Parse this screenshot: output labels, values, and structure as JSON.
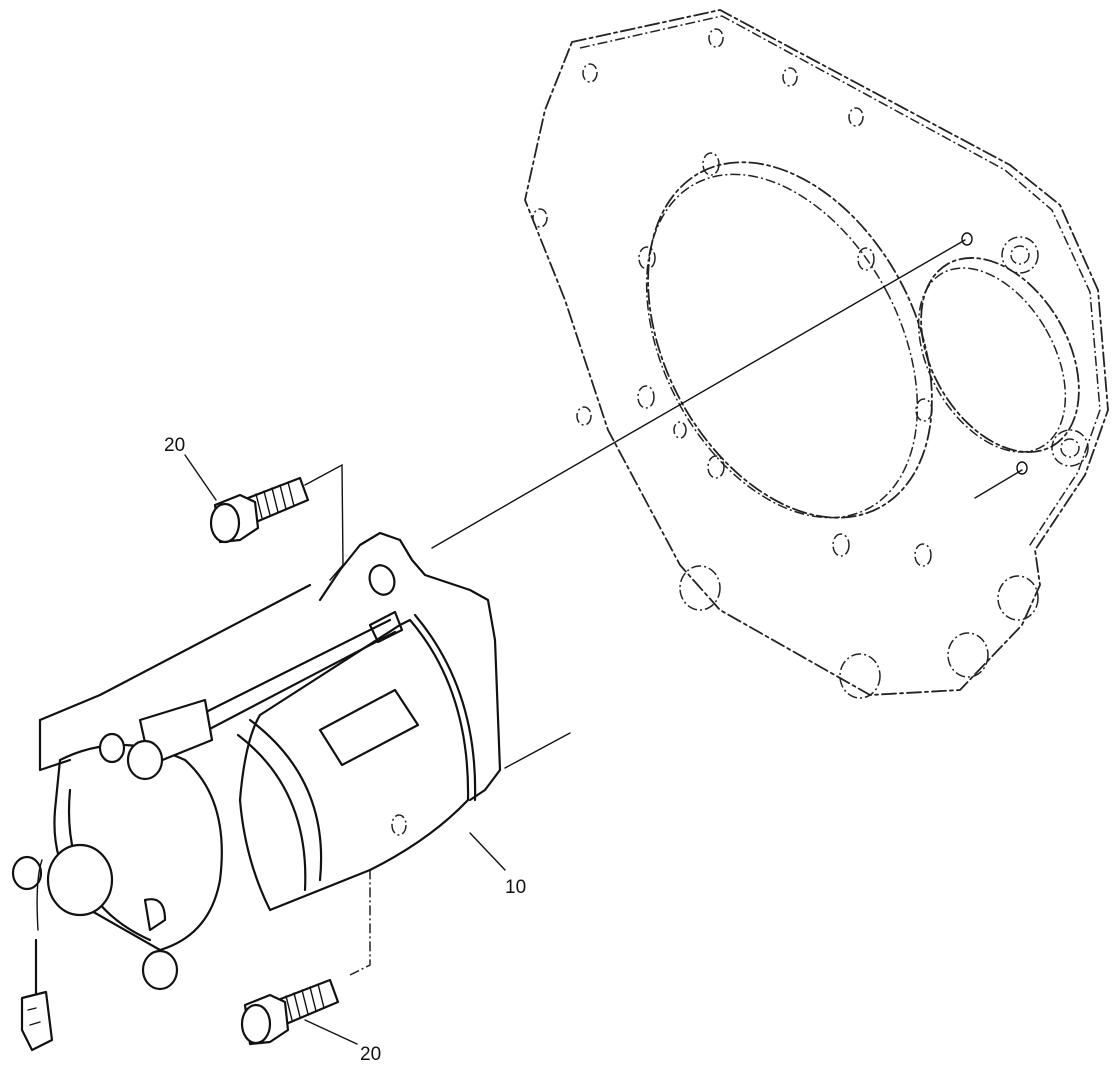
{
  "diagram": {
    "type": "exploded-parts-view",
    "background": "#ffffff",
    "line_color": "#111111",
    "parts": [
      {
        "id": "starter-motor",
        "callout": "10"
      },
      {
        "id": "bolt-upper",
        "callout": "20"
      },
      {
        "id": "bolt-lower",
        "callout": "20"
      },
      {
        "id": "flywheel-housing-plate",
        "callout": ""
      },
      {
        "id": "wire-connector",
        "callout": ""
      }
    ],
    "callouts": {
      "bolt_upper": "20",
      "starter": "10",
      "bolt_lower": "20"
    }
  }
}
